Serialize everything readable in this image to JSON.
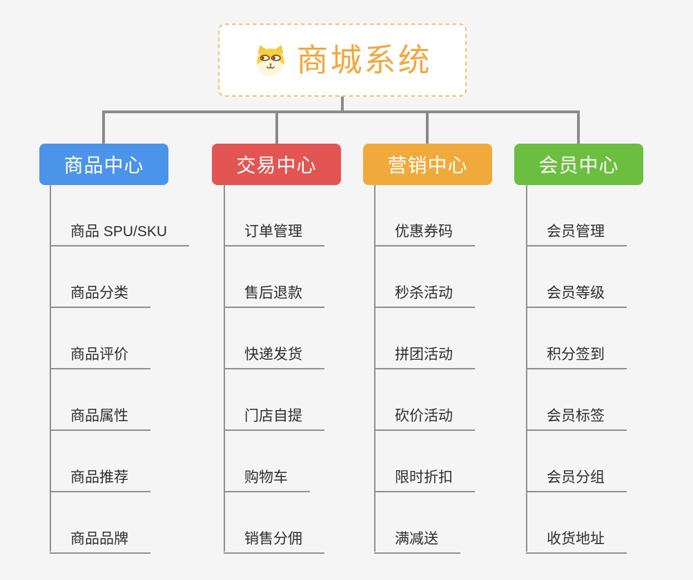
{
  "canvas": {
    "background": "#F5F5F6",
    "connector_color": "#8A8A8A"
  },
  "root": {
    "title": "商城系统",
    "title_color": "#F0A83E",
    "border_color": "#F3C271",
    "icon": "dog-face-icon"
  },
  "branches": [
    {
      "label": "商品中心",
      "color": "#4B94E9",
      "children": [
        "商品 SPU/SKU",
        "商品分类",
        "商品评价",
        "商品属性",
        "商品推荐",
        "商品品牌"
      ]
    },
    {
      "label": "交易中心",
      "color": "#E25552",
      "children": [
        "订单管理",
        "售后退款",
        "快递发货",
        "门店自提",
        "购物车",
        "销售分佣"
      ]
    },
    {
      "label": "营销中心",
      "color": "#EFAA3B",
      "children": [
        "优惠券码",
        "秒杀活动",
        "拼团活动",
        "砍价活动",
        "限时折扣",
        "满减送"
      ]
    },
    {
      "label": "会员中心",
      "color": "#6CBE40",
      "children": [
        "会员管理",
        "会员等级",
        "积分签到",
        "会员标签",
        "会员分组",
        "收货地址"
      ]
    }
  ]
}
